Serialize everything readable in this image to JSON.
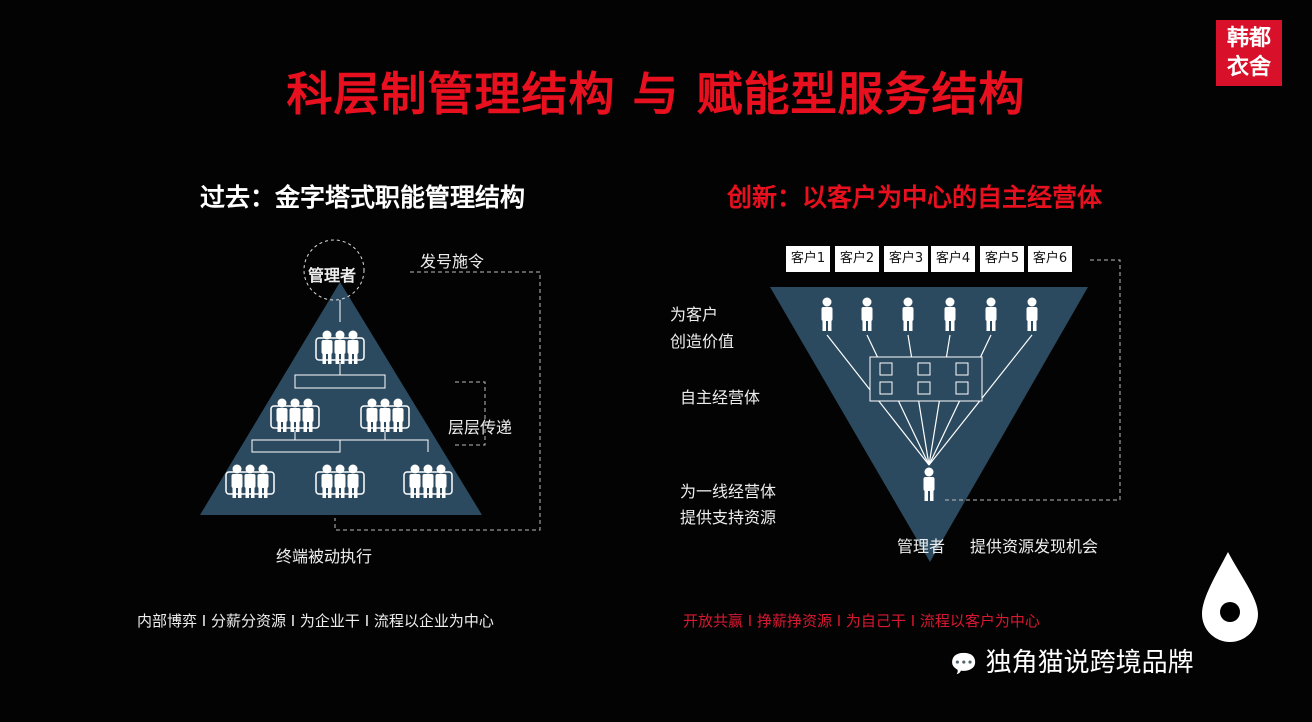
{
  "title": "科层制管理结构 与 赋能型服务结构",
  "badge": {
    "line1": "韩都",
    "line2": "衣舍"
  },
  "left": {
    "subtitle": "过去：金字塔式职能管理结构",
    "manager": "管理者",
    "command": "发号施令",
    "relay": "层层传递",
    "execute": "终端被动执行",
    "footer": "内部博弈 I 分薪分资源 I 为企业干 I 流程以企业为中心"
  },
  "right": {
    "subtitle": "创新：以客户为中心的自主经营体",
    "customers": [
      "客户1",
      "客户2",
      "客户3",
      "客户4",
      "客户5",
      "客户6"
    ],
    "create_value": [
      "为客户",
      "创造价值"
    ],
    "autonomous": "自主经营体",
    "support": [
      "为一线经营体",
      "提供支持资源"
    ],
    "manager": "管理者",
    "provide": "提供资源发现机会",
    "footer": "开放共赢 I 挣薪挣资源 I 为自己干 I 流程以客户为中心"
  },
  "watermark": {
    "text": "独角猫说跨境品牌"
  },
  "colors": {
    "title": "#e8101e",
    "triangle": "#2b4a5f",
    "footer_right": "#d81830"
  }
}
